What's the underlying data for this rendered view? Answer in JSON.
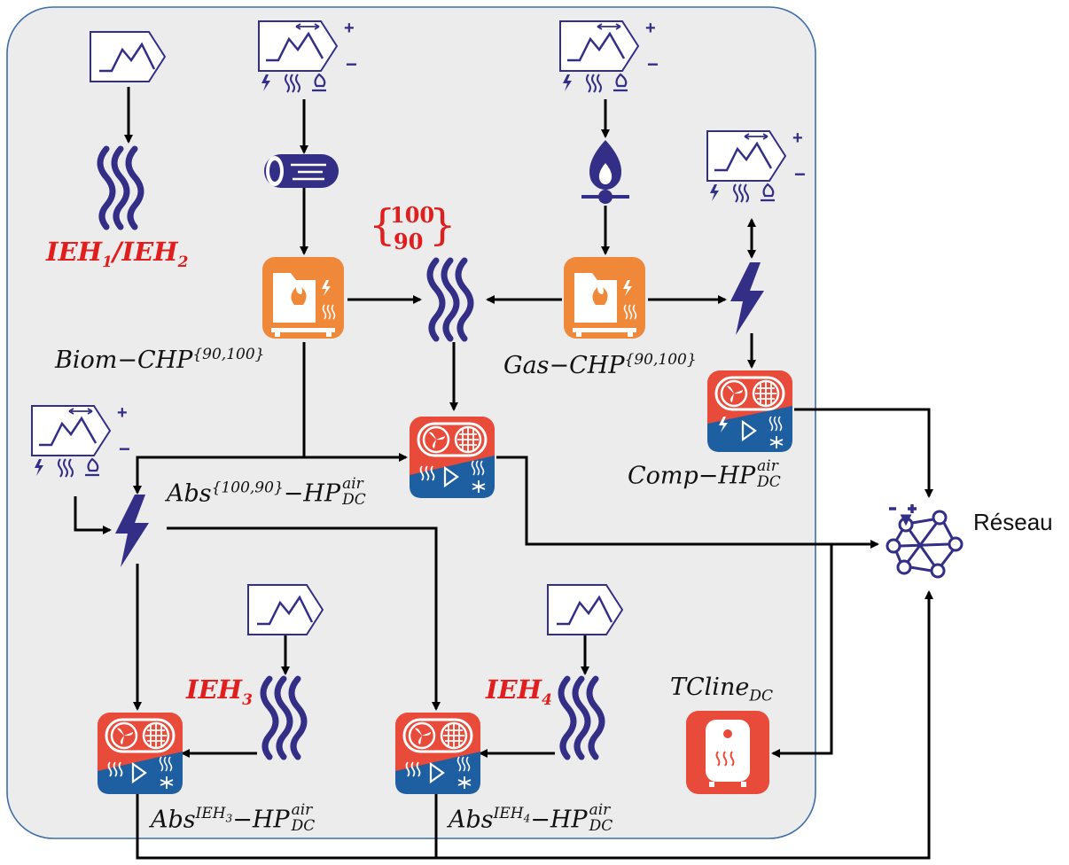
{
  "labels": {
    "ieh12": {
      "part1": "IEH",
      "sub1": "1",
      "slash": "/",
      "part2": "IEH",
      "sub2": "2"
    },
    "ieh3": {
      "main": "IEH",
      "sub": "3"
    },
    "ieh4": {
      "main": "IEH",
      "sub": "4"
    },
    "biom_chp": {
      "main": "Biom−CHP",
      "sup": "{90,100}"
    },
    "gas_chp": {
      "main": "Gas−CHP",
      "sup": "{90,100}"
    },
    "abs_main": {
      "main": "Abs",
      "sup": "{100,90}",
      "mid": "−HP",
      "sup2": "air",
      "sub2": "DC"
    },
    "comp_hp": {
      "main": "Comp−HP",
      "sup": "air",
      "sub": "DC"
    },
    "abs3": {
      "main": "Abs",
      "sup": "IEH",
      "supsub": "3",
      "mid": "−HP",
      "sup2": "air",
      "sub2": "DC"
    },
    "abs4": {
      "main": "Abs",
      "sup": "IEH",
      "supsub": "4",
      "mid": "−HP",
      "sup2": "air",
      "sub2": "DC"
    },
    "tcline": {
      "main": "TCline",
      "sub": "DC"
    },
    "brace_top": "100",
    "brace_bottom": "90",
    "reseau": "Réseau",
    "plus": "+",
    "minus": "−"
  },
  "colors": {
    "navy": "#332e86",
    "orange": "#f0883a",
    "red_unit": "#e84b3a",
    "blue_unit": "#1d5fa0",
    "label_red": "#e01e1e",
    "panel": "#ececec",
    "panel_border": "#3b6ea5"
  },
  "icons": [
    "profile-icon",
    "flex-profile-icon",
    "heat-wave-icon",
    "biomass-log-icon",
    "gas-flame-icon",
    "chp-unit-icon",
    "electricity-bolt-icon",
    "heat-pump-icon",
    "thermal-storage-icon",
    "network-icon"
  ]
}
